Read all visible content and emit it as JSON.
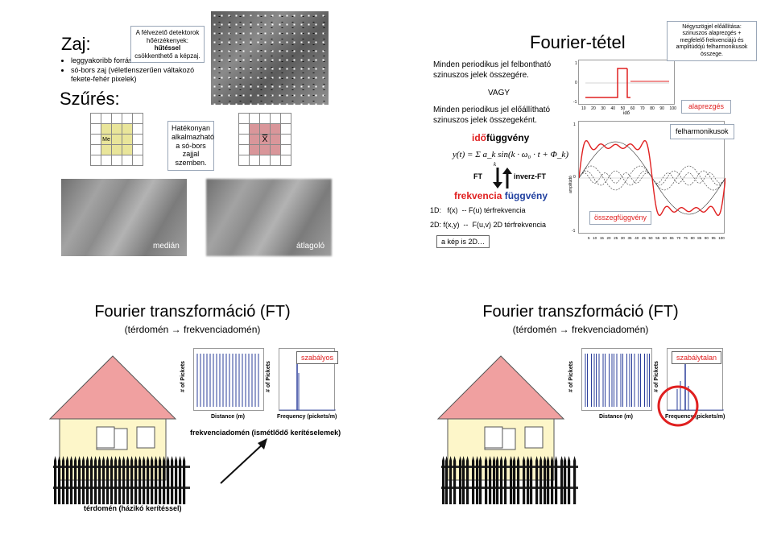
{
  "slide1": {
    "title_noise": "Zaj:",
    "bullets": [
      "leggyakoribb forrás: detektor",
      "só-bors zaj (véletlenszerűen váltakozó fekete-fehér pixelek)"
    ],
    "title_filter": "Szűrés:",
    "callout_top_line1": "A félvezető detektorok",
    "callout_top_line2": "hőérzékenyek:",
    "callout_top_bold": "hűtéssel",
    "callout_top_line3": "csökkenthető a képzaj.",
    "callout_mid": "Hatékonyan alkalmazható a só-bors zajjal szemben.",
    "grid_center_label": "Me",
    "grid2_center_label": "X",
    "label_median": "medián",
    "label_average": "átlagoló"
  },
  "slide2": {
    "title": "Fourier-tétel",
    "text1": "Minden periodikus jel felbontható szinuszos jelek összegére.",
    "vagy": "VAGY",
    "text2": "Minden periodikus jel előállítható szinuszos jelek összegeként.",
    "time_func_red": "idő",
    "time_func_black": "függvény",
    "formula": "y(t) = Σ a_k sin(k · ω₀ · t + Φ_k)",
    "formula_sum_index": "k",
    "ft": "FT",
    "inverse_ft": "inverz-FT",
    "freq_func_red": "frekvencia",
    "freq_func_blue": "függvény",
    "line_1d": "1D:   f(x)  -- F(u) térfrekvencia",
    "line_2d": "2D: f(x,y)  --  F(u,v) 2D térfrekvencia",
    "image_2d": "a kép is 2D…",
    "callout_square": "Négyszögjel előállítása: szinuszos alaprezgés + megfelelő frekvenciájú és amplitúdójú felharmonikusok összege.",
    "label_fundamental": "alaprezgés",
    "label_harmonics": "felharmonikusok",
    "label_sum": "összegfüggvény",
    "plot_top_xticks": [
      "10",
      "20",
      "30",
      "40",
      "50",
      "60",
      "70",
      "80",
      "90",
      "100"
    ],
    "plot_top_xlabel": "idő",
    "plot_top_yticks": [
      "1",
      "0",
      "-1"
    ],
    "plot_bottom_ylabel": "amplitúdó",
    "plot_bottom_xticks": [
      "5",
      "10",
      "15",
      "20",
      "25",
      "30",
      "35",
      "40",
      "45",
      "50",
      "55",
      "60",
      "65",
      "70",
      "75",
      "80",
      "85",
      "90",
      "95",
      "100"
    ],
    "plot_bottom_yticks": [
      "1",
      "0",
      "-1"
    ]
  },
  "slide3": {
    "title": "Fourier transzformáció (FT)",
    "subtitle": "(térdomén → frekvenciadomén)",
    "label_regular": "szabályos",
    "freq_domain_label": "frekvenciadomén (ismétlődő kerítéselemek)",
    "space_domain_label": "térdomén (házikó kerítéssel)",
    "xlabel_left": "Distance (m)",
    "xlabel_right": "Frequency (pickets/m)",
    "ylabel": "# of Pickets"
  },
  "slide4": {
    "title": "Fourier transzformáció (FT)",
    "subtitle": "(térdomén → frekvenciadomén)",
    "label_irregular": "szabálytalan",
    "xlabel_left": "Distance (m)",
    "xlabel_right": "Frequency (pickets/m)",
    "ylabel": "# of Pickets"
  },
  "colors": {
    "red": "#e02020",
    "blue": "#1f3f9f",
    "house_wall": "#fdf6c9",
    "house_roof": "#f0a0a0",
    "grid_highlight": "#e9e59a",
    "grid2_highlight": "#d9969a"
  }
}
